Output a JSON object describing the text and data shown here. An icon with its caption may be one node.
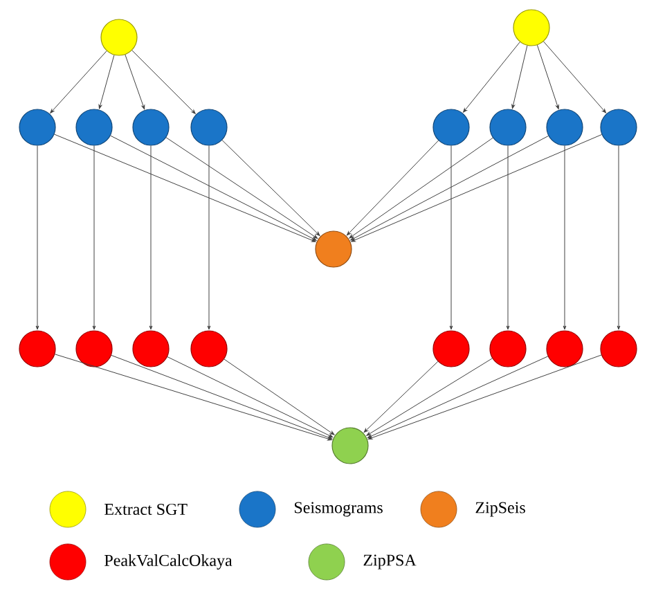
{
  "diagram": {
    "nodes": [
      {
        "text": [],
        "shape": "circle"
      },
      {
        "text": [],
        "shape": "circle"
      },
      {
        "text": [],
        "shape": "circle"
      },
      {
        "text": [],
        "shape": "circle"
      },
      {
        "text": [],
        "shape": "circle"
      },
      {
        "text": [],
        "shape": "circle"
      },
      {
        "text": [],
        "shape": "circle"
      },
      {
        "text": [],
        "shape": "circle"
      },
      {
        "text": [],
        "shape": "circle"
      },
      {
        "text": [],
        "shape": "circle"
      },
      {
        "text": [],
        "shape": "circle"
      },
      {
        "text": [],
        "shape": "circle"
      },
      {
        "text": [],
        "shape": "circle"
      },
      {
        "text": [],
        "shape": "circle"
      },
      {
        "text": [],
        "shape": "circle"
      },
      {
        "text": [],
        "shape": "circle"
      },
      {
        "text": [],
        "shape": "circle"
      },
      {
        "text": [],
        "shape": "circle"
      },
      {
        "text": [],
        "shape": "circle"
      },
      {
        "text": [],
        "shape": "circle"
      }
    ],
    "edges": [
      {
        "from": 0,
        "to": 2,
        "arrow": "to"
      },
      {
        "from": 0,
        "to": 3,
        "arrow": "to"
      },
      {
        "from": 0,
        "to": 4,
        "arrow": "to"
      },
      {
        "from": 0,
        "to": 5,
        "arrow": "to"
      },
      {
        "from": 1,
        "to": 6,
        "arrow": "to"
      },
      {
        "from": 1,
        "to": 7,
        "arrow": "to"
      },
      {
        "from": 1,
        "to": 8,
        "arrow": "to"
      },
      {
        "from": 1,
        "to": 9,
        "arrow": "to"
      },
      {
        "from": 2,
        "to": 10,
        "arrow": "to"
      },
      {
        "from": 3,
        "to": 10,
        "arrow": "to"
      },
      {
        "from": 4,
        "to": 10,
        "arrow": "to"
      },
      {
        "from": 5,
        "to": 10,
        "arrow": "to"
      },
      {
        "from": 6,
        "to": 10,
        "arrow": "to"
      },
      {
        "from": 7,
        "to": 10,
        "arrow": "to"
      },
      {
        "from": 8,
        "to": 10,
        "arrow": "to"
      },
      {
        "from": 9,
        "to": 10,
        "arrow": "to"
      },
      {
        "from": 2,
        "to": 11,
        "arrow": "to"
      },
      {
        "from": 3,
        "to": 12,
        "arrow": "to"
      },
      {
        "from": 4,
        "to": 13,
        "arrow": "to"
      },
      {
        "from": 5,
        "to": 14,
        "arrow": "to"
      },
      {
        "from": 6,
        "to": 15,
        "arrow": "to"
      },
      {
        "from": 7,
        "to": 16,
        "arrow": "to"
      },
      {
        "from": 8,
        "to": 17,
        "arrow": "to"
      },
      {
        "from": 9,
        "to": 18,
        "arrow": "to"
      },
      {
        "from": 11,
        "to": 19,
        "arrow": "to"
      },
      {
        "from": 12,
        "to": 19,
        "arrow": "to"
      },
      {
        "from": 13,
        "to": 19,
        "arrow": "to"
      },
      {
        "from": 14,
        "to": 19,
        "arrow": "to"
      },
      {
        "from": 15,
        "to": 19,
        "arrow": "to"
      },
      {
        "from": 16,
        "to": 19,
        "arrow": "to"
      },
      {
        "from": 17,
        "to": 19,
        "arrow": "to"
      },
      {
        "from": 18,
        "to": 19,
        "arrow": "to"
      }
    ],
    "legend": [
      {
        "text": "Extract SGT",
        "color": "#ffff00"
      },
      {
        "text": "Seismograms",
        "color": "#1a75c8"
      },
      {
        "text": "ZipSeis",
        "color": "#f07f1e"
      },
      {
        "text": "PeakValCalcOkaya",
        "color": "#ff0000"
      },
      {
        "text": "ZipPSA",
        "color": "#8fd14f"
      }
    ]
  }
}
